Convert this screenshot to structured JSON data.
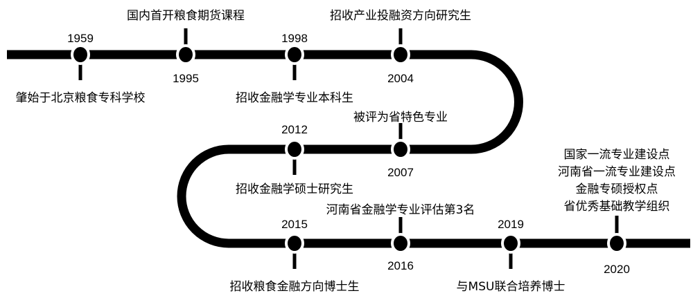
{
  "colors": {
    "line": "#000000",
    "background": "#ffffff"
  },
  "events": [
    {
      "year": "1959",
      "lines": [
        "肇始于北京粮食专科学校"
      ]
    },
    {
      "year": "1995",
      "lines": [
        "国内首开粮食期货课程"
      ]
    },
    {
      "year": "1998",
      "lines": [
        "招收金融学专业本科生"
      ]
    },
    {
      "year": "2004",
      "lines": [
        "招收产业投融资方向研究生"
      ]
    },
    {
      "year": "2007",
      "lines": [
        "被评为省特色专业"
      ]
    },
    {
      "year": "2012",
      "lines": [
        "招收金融学硕士研究生"
      ]
    },
    {
      "year": "2015",
      "lines": [
        "招收粮食金融方向博士生"
      ]
    },
    {
      "year": "2016",
      "lines": [
        "河南省金融学专业评估第3名"
      ]
    },
    {
      "year": "2019",
      "lines": [
        "与MSU联合培养博士"
      ]
    },
    {
      "year": "2020",
      "lines": [
        "国家一流专业建设点",
        "河南省一流专业建设点",
        "金融专硕授权点",
        "省优秀基础教学组织"
      ]
    }
  ]
}
